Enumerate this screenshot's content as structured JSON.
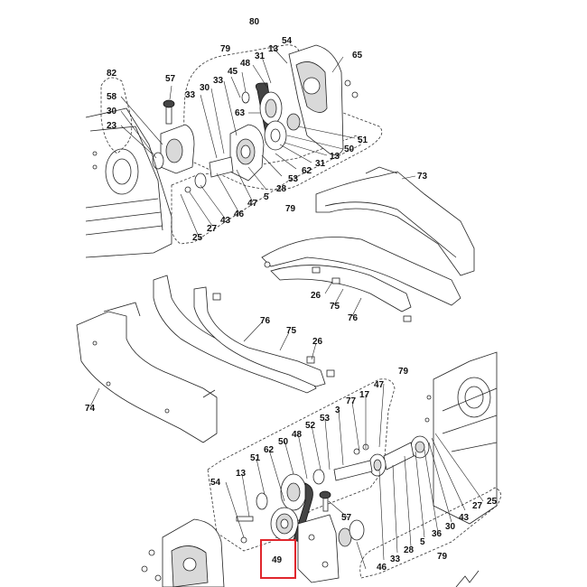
{
  "callouts": {
    "c80": "80",
    "c79a": "79",
    "c54a": "54",
    "c13a": "13",
    "c31a": "31",
    "c48a": "48",
    "c45": "45",
    "c65": "65",
    "c82": "82",
    "c58": "58",
    "c30a": "30",
    "c23": "23",
    "c57a": "57",
    "c33a": "33",
    "c30b": "30",
    "c33b": "33",
    "c63": "63",
    "c51a": "51",
    "c50a": "50",
    "c13b": "13",
    "c31b": "31",
    "c62a": "62",
    "c53a": "53",
    "c5a": "5",
    "c28a": "28",
    "c79b": "79",
    "c47a": "47",
    "c46a": "46",
    "c43a": "43",
    "c27": "27",
    "c25a": "25",
    "c73": "73",
    "c26a": "26",
    "c75a": "75",
    "c76a": "76",
    "c76b": "76",
    "c75b": "75",
    "c26b": "26",
    "c74": "74",
    "c79c": "79",
    "c47b": "47",
    "c17": "17",
    "c77": "77",
    "c3": "3",
    "c53b": "53",
    "c52": "52",
    "c48b": "48",
    "c50b": "50",
    "c62b": "62",
    "c51b": "51",
    "c13c": "13",
    "c54b": "54",
    "c57b": "57",
    "c49": "49",
    "c33c": "33",
    "c28b": "28",
    "c5b": "5",
    "c36": "36",
    "c30c": "30",
    "c43b": "43",
    "c27b": "27",
    "c25b": "25",
    "c46b": "46",
    "c79d": "79"
  },
  "colors": {
    "highlight": "#e0262c",
    "ink": "#222222",
    "shade": "#d9d9d9"
  }
}
